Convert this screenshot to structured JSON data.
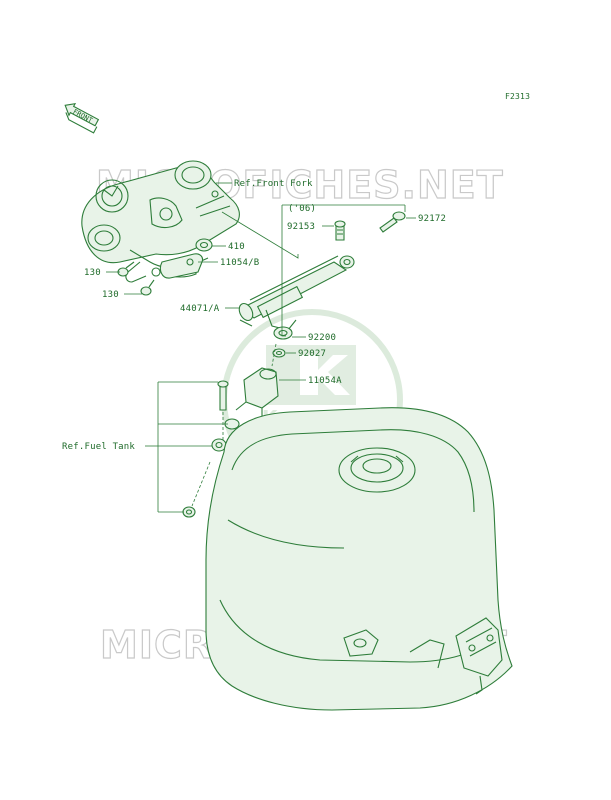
{
  "diagram": {
    "figure_code": "F2313",
    "front_marker": "FRONT",
    "model_year_note": "('06)",
    "watermark_text": "MICROFICHES.NET",
    "watermark_logo_text": "Kawasaki",
    "labels": {
      "ref_front_fork": "Ref.Front Fork",
      "ref_fuel_tank": "Ref.Fuel Tank",
      "p410": "410",
      "p11054b": "11054/B",
      "p130a": "130",
      "p130b": "130",
      "p44071a": "44071/A",
      "p92153": "92153",
      "p92172": "92172",
      "p92200": "92200",
      "p92027": "92027",
      "p11054a": "11054A"
    }
  }
}
